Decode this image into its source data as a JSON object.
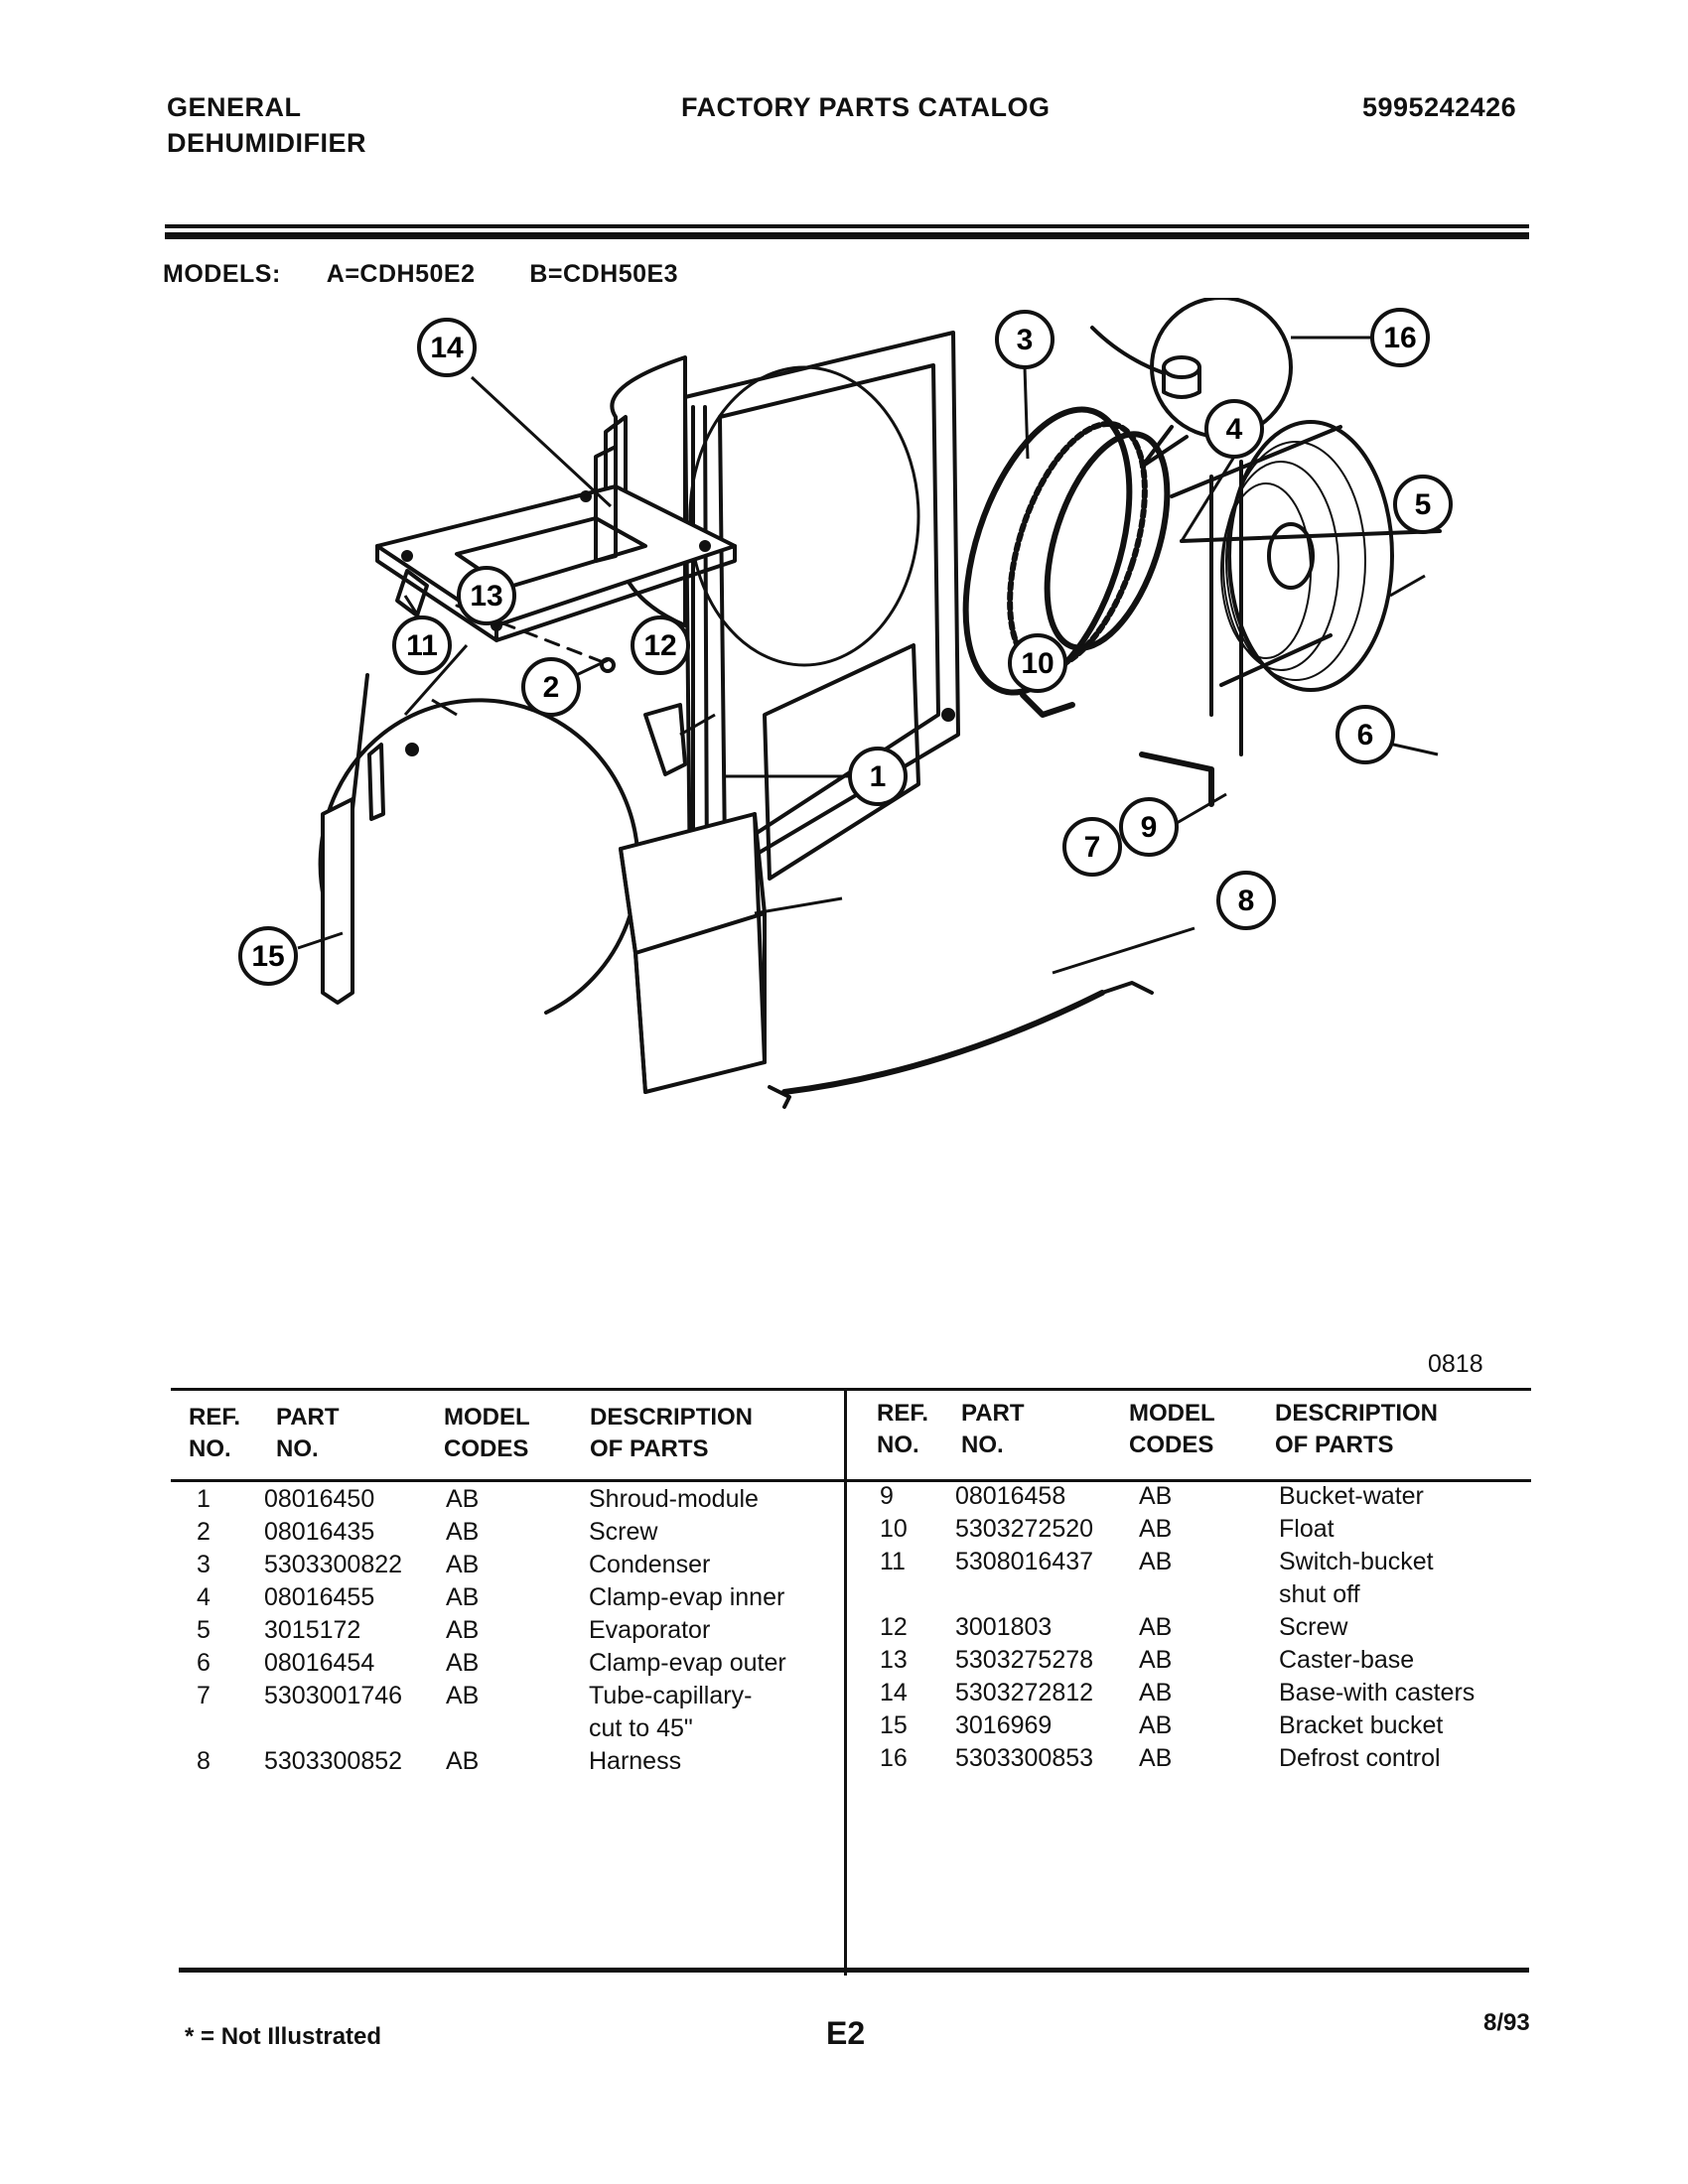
{
  "header": {
    "left_line1": "GENERAL",
    "left_line2": "DEHUMIDIFIER",
    "center": "FACTORY PARTS CATALOG",
    "right": "5995242426"
  },
  "models": {
    "label": "MODELS:",
    "a": "A=CDH50E2",
    "b": "B=CDH50E3"
  },
  "diagram": {
    "code": "0818",
    "callouts": [
      "1",
      "2",
      "3",
      "4",
      "5",
      "6",
      "7",
      "8",
      "9",
      "10",
      "11",
      "12",
      "13",
      "14",
      "15",
      "16"
    ]
  },
  "table": {
    "headers": {
      "ref": [
        "REF.",
        "NO."
      ],
      "part": [
        "PART",
        "NO."
      ],
      "model": [
        "MODEL",
        "CODES"
      ],
      "desc": [
        "DESCRIPTION",
        "OF PARTS"
      ]
    },
    "left": [
      {
        "ref": "1",
        "part": "08016450",
        "codes": "AB",
        "desc": "Shroud-module"
      },
      {
        "ref": "2",
        "part": "08016435",
        "codes": "AB",
        "desc": "Screw"
      },
      {
        "ref": "3",
        "part": "5303300822",
        "codes": "AB",
        "desc": "Condenser"
      },
      {
        "ref": "4",
        "part": "08016455",
        "codes": "AB",
        "desc": "Clamp-evap inner"
      },
      {
        "ref": "5",
        "part": "3015172",
        "codes": "AB",
        "desc": "Evaporator"
      },
      {
        "ref": "6",
        "part": "08016454",
        "codes": "AB",
        "desc": "Clamp-evap outer"
      },
      {
        "ref": "7",
        "part": "5303001746",
        "codes": "AB",
        "desc": "Tube-capillary-\ncut to 45\""
      },
      {
        "ref": "8",
        "part": "5303300852",
        "codes": "AB",
        "desc": "Harness"
      }
    ],
    "right": [
      {
        "ref": "9",
        "part": "08016458",
        "codes": "AB",
        "desc": "Bucket-water"
      },
      {
        "ref": "10",
        "part": "5303272520",
        "codes": "AB",
        "desc": "Float"
      },
      {
        "ref": "11",
        "part": "5308016437",
        "codes": "AB",
        "desc": "Switch-bucket\nshut off"
      },
      {
        "ref": "12",
        "part": "3001803",
        "codes": "AB",
        "desc": "Screw"
      },
      {
        "ref": "13",
        "part": "5303275278",
        "codes": "AB",
        "desc": "Caster-base"
      },
      {
        "ref": "14",
        "part": "5303272812",
        "codes": "AB",
        "desc": "Base-with casters"
      },
      {
        "ref": "15",
        "part": "3016969",
        "codes": "AB",
        "desc": "Bracket bucket"
      },
      {
        "ref": "16",
        "part": "5303300853",
        "codes": "AB",
        "desc": "Defrost control"
      }
    ]
  },
  "footer": {
    "note": "* = Not Illustrated",
    "page": "E2",
    "date": "8/93"
  }
}
